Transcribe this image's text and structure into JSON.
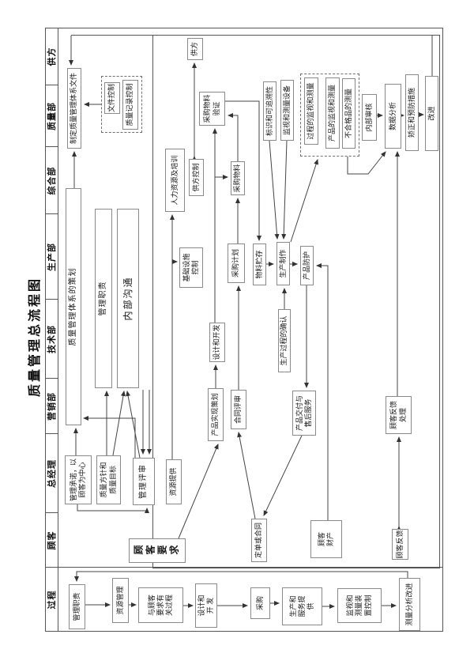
{
  "title": "质量管理总流程图",
  "lanes": [
    "过程",
    "顾客",
    "总经理",
    "营销部",
    "技术部",
    "生产部",
    "综合部",
    "质量部",
    "供方"
  ],
  "colors": {
    "line": "#444444",
    "box_border": "#8a8a8a",
    "text": "#1a1a1a",
    "background": "#ffffff"
  },
  "nodes": {
    "chengnuo": "管理承诺，以\n顾客为中心",
    "fangzhen": "质量方针和\n质量目标",
    "pingshen": "管理评审",
    "ziyuan": "资源提供",
    "cehua": "质量管理体系的策划",
    "zhize": "管理职责",
    "goutong": "内部沟通",
    "zhiding": "制定质量管理体系文件",
    "wenjian": "文件控制",
    "jilu": "质量记录控制",
    "renli": "人力资源及培训",
    "gongfang_kz": "供方控制",
    "gongfang": "供方",
    "jichu": "基础设施\n控制",
    "caigou_jh": "采购计划",
    "caigou_wl": "采购物料",
    "yanzheng": "采购物料\n验证",
    "wuliao": "物料贮存",
    "shengchan": "生产制作",
    "fanghu": "产品防护",
    "queren": "生产过程的确认",
    "sheji": "设计和开发",
    "shixian": "产品实现策划",
    "hetong": "合同评审",
    "jiaofu": "产品交付与\n售后服务",
    "biaoshi": "标识和可追溯性",
    "jianshi_sb": "监视和测量设备",
    "guocheng_jc": "过程的监视和测量",
    "chanpin_jc": "产品的监视和测量",
    "buhege": "不合格品的测量",
    "neibu": "内部审核",
    "shuju": "数据分析",
    "jiuzheng": "矫正和预防措施",
    "gaijin": "改进",
    "fankui_cl": "顾客反馈\n处理",
    "yaoqiu": "顾客要求",
    "dingdan": "定单或合同",
    "caichan": "顾客\n财产",
    "fankui": "顾客反馈",
    "p_zhize": "管理职责",
    "p_ziyuan": "资源管理",
    "p_yaoqiu": "与顾客\n要求有\n关过程",
    "p_sheji": "设计和\n开 发",
    "p_caigou": "采购",
    "p_shengchan": "生产和\n服务提\n供",
    "p_jianshi": "监视和\n测量装\n置控制",
    "p_celiang": "测量分析改进"
  }
}
